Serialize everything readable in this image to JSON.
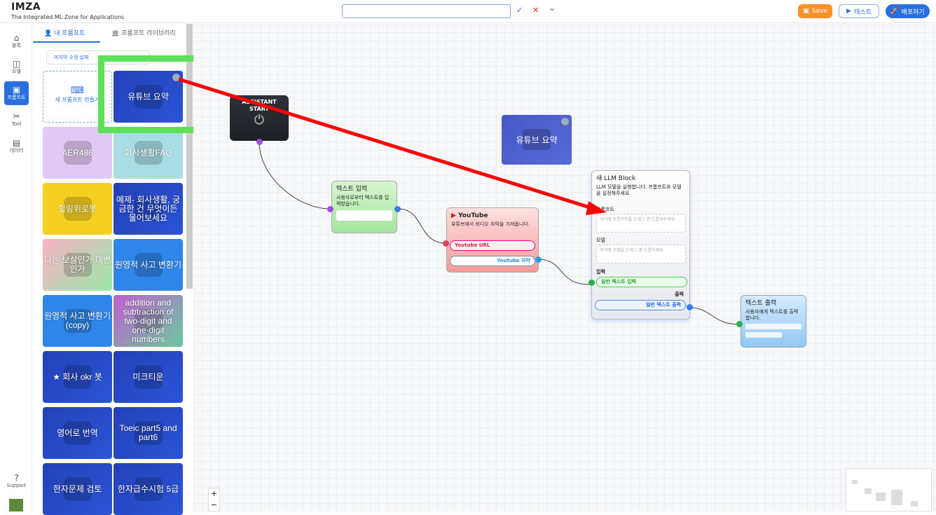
{
  "app": {
    "name": "IMZA",
    "tagline": "The Integrated ML Zone for Applications",
    "title_value": ""
  },
  "toolbar": {
    "save": "Save",
    "test": "테스트",
    "deploy": "배포하기",
    "confirm": "✓",
    "cancel": "✕",
    "more": "⌄"
  },
  "nav": [
    {
      "label": "블록",
      "icon": "⌂"
    },
    {
      "label": "모델",
      "icon": "◫"
    },
    {
      "label": "프롬프트",
      "icon": "▣"
    },
    {
      "label": "Tool",
      "icon": "✂"
    },
    {
      "label": "데이터",
      "icon": "▤"
    }
  ],
  "support": "Support",
  "panel": {
    "tab_mine": "내 프롬프트",
    "tab_library": "프롬프트 라이브러리",
    "sort": "마지막 수정 날짜",
    "new_prompt": "새 프롬프트 만들기"
  },
  "cards": [
    {
      "label": "유튜브 요약",
      "emoji": "📺"
    },
    {
      "label": "AER486",
      "emoji": "🌈"
    },
    {
      "label": "회사생활FAQ",
      "emoji": "🥗"
    },
    {
      "label": "힐링위로봇",
      "emoji": "💚"
    },
    {
      "label": "예제- 회사생활, 궁금한 건 무엇이든 물어보세요",
      "emoji": "🤖"
    },
    {
      "label": "나는 보살인가 대변인가",
      "emoji": "🥗"
    },
    {
      "label": "원영적 사고 변환기",
      "emoji": "👤"
    },
    {
      "label": "원영적 사고 변환기 (copy)",
      "emoji": "👤"
    },
    {
      "label": "addition and subtraction of two-digit and one-digit numbers",
      "emoji": "🔢"
    },
    {
      "label": "★ 회사 okr 봇",
      "emoji": "🏁"
    },
    {
      "label": "미크티운",
      "emoji": "🤖"
    },
    {
      "label": "영어로 번역",
      "emoji": "⛺"
    },
    {
      "label": "Toeic part5 and part6",
      "emoji": "🤖"
    },
    {
      "label": "한자문제 검토",
      "emoji": "🤖"
    },
    {
      "label": "한자급수시험 5급",
      "emoji": "🤖"
    }
  ],
  "nodes": {
    "start": {
      "title": "ASSISTANT START"
    },
    "text_input": {
      "title": "텍스트 입력",
      "desc": "사용자로부터 텍스트를 입력받습니다."
    },
    "youtube": {
      "title": "YouTube",
      "desc": "유튜브에서 비디오 자막을 가져옵니다.",
      "in": "Youtube URL",
      "out": "Youtube 자막"
    },
    "llm": {
      "title": "새 LLM Block",
      "desc": "LLM 모델을 실행합니다. 프롬프트와 모델을 설정해주세요",
      "prompt_label": "프롬프트",
      "prompt_ph": "여기에 프롬프트를 드래그 앤 드롭해주세요",
      "model_label": "모델",
      "model_ph": "여기에 모델을 드래그 앤 드롭하세요",
      "in_label": "입력",
      "in": "일반 텍스트 입력",
      "out_label": "출력",
      "out": "일반 텍스트 출력"
    },
    "text_output": {
      "title": "텍스트 출력",
      "desc": "사용자에게 텍스트를 출력합니다."
    },
    "drag_ghost": {
      "label": "유튜브 요약"
    }
  },
  "zoom": {
    "in": "+",
    "out": "−"
  },
  "colors": {
    "accent": "#2a6fe0",
    "save": "#f7922a",
    "highlight": "#5ee05a",
    "arrow": "#ff0000"
  }
}
